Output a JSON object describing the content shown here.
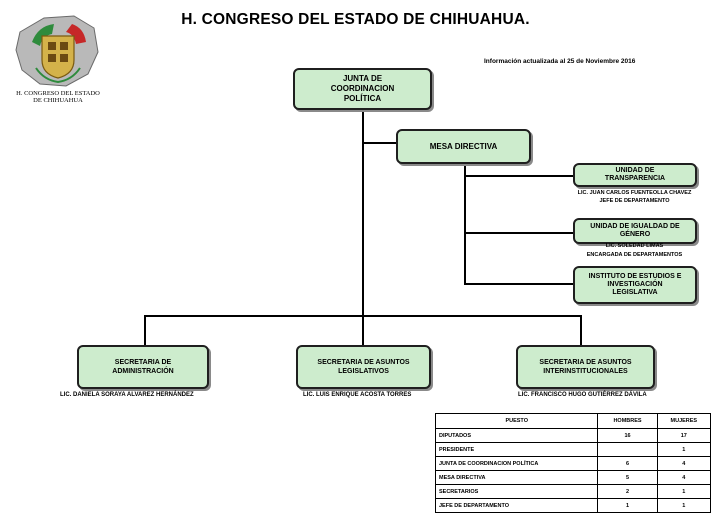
{
  "header": {
    "title": "H. CONGRESO DEL ESTADO DE CHIHUAHUA.",
    "updated": "Información actualizada al  25 de Noviembre 2016",
    "logo_caption_line1": "H. CONGRESO DEL ESTADO",
    "logo_caption_line2": "DE CHIHUAHUA"
  },
  "org": {
    "junta": "JUNTA DE COORDINACION POLÍTICA",
    "mesa": "MESA DIRECTIVA",
    "transparencia": "UNIDAD DE TRANSPARENCIA",
    "transparencia_name": "LIC. JUAN CARLOS FUENTEOLLA CHAVEZ",
    "transparencia_role": "JEFE DE DEPARTAMENTO",
    "igualdad": "UNIDAD DE IGUALDAD DE GÉNERO",
    "igualdad_name": "LIC. SOLEDAD LIMAS",
    "igualdad_role": "ENCARGADA DE DEPARTAMENTOS",
    "instituto": "INSTITUTO DE ESTUDIOS E INVESTIGACIÓN LEGISLATIVA",
    "admin": "SECRETARIA DE ADMINISTRACIÓN",
    "admin_name": "LIC. DANIELA  SORAYA ALVAREZ  HERNÁNDEZ",
    "legislativos": "SECRETARIA DE ASUNTOS LEGISLATIVOS",
    "legislativos_name": "LIC.  LUIS ENRIQUE ACOSTA TORRES",
    "interinst": "SECRETARIA DE ASUNTOS INTERINSTITUCIONALES",
    "interinst_name": "LIC. FRANCISCO HUGO GUTIÉRREZ DÁVILA"
  },
  "table": {
    "headers": [
      "PUESTO",
      "HOMBRES",
      "MUJERES"
    ],
    "rows": [
      [
        "DIPUTADOS",
        "16",
        "17"
      ],
      [
        "PRESIDENTE",
        "",
        "1"
      ],
      [
        "JUNTA DE COORDINACION POLÍTICA",
        "6",
        "4"
      ],
      [
        "MESA DIRECTIVA",
        "5",
        "4"
      ],
      [
        "SECRETARIOS",
        "2",
        "1"
      ],
      [
        "JEFE DE DEPARTAMENTO",
        "1",
        "1"
      ]
    ]
  }
}
